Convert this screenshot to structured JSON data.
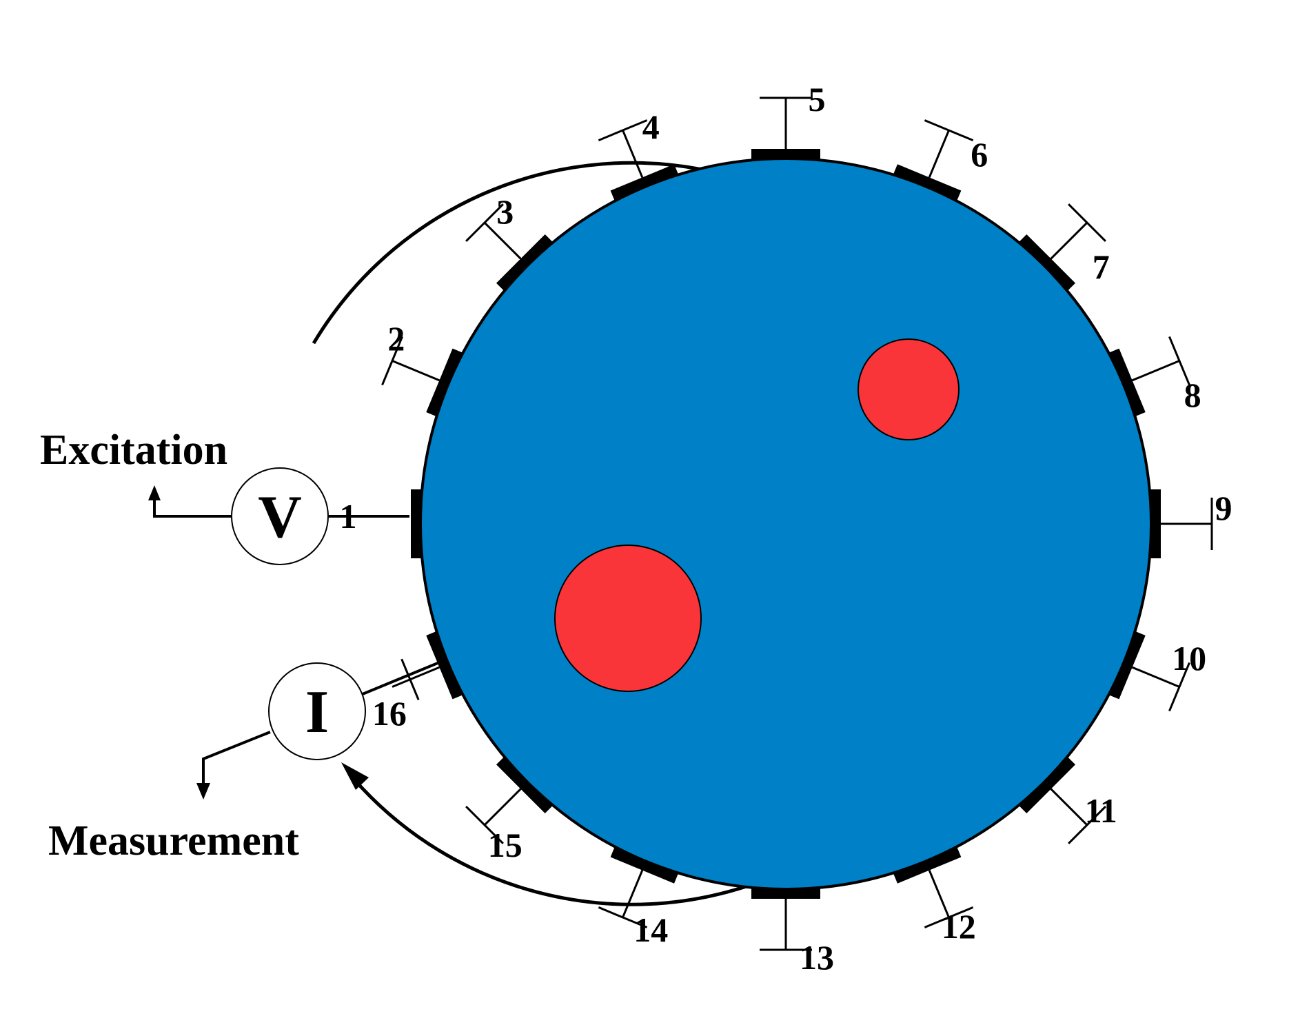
{
  "labels": {
    "excitation": "Excitation",
    "measurement": "Measurement",
    "voltage_meter": "V",
    "current_meter": "I"
  },
  "electrodes": [
    "1",
    "2",
    "3",
    "4",
    "5",
    "6",
    "7",
    "8",
    "9",
    "10",
    "11",
    "12",
    "13",
    "14",
    "15",
    "16"
  ],
  "colors": {
    "domain": "#0080c6",
    "inclusion": "#fa3539",
    "ink": "#000000"
  },
  "icons": {
    "excitation_arrow": "arrow-up-icon",
    "measurement_arrow": "arrow-down-icon",
    "rotation_arrow": "clockwise-arc-arrow-icon"
  }
}
